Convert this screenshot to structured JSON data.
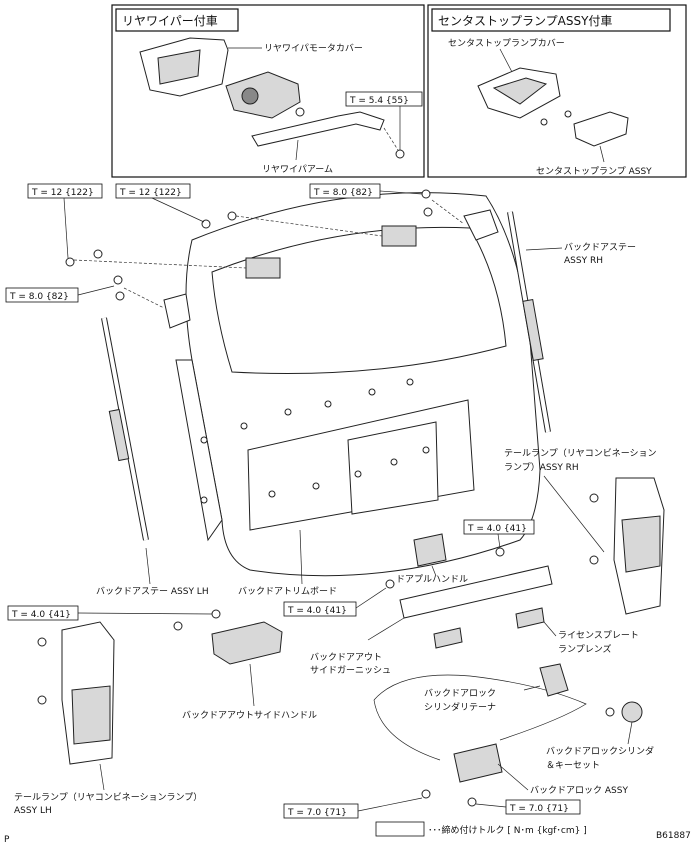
{
  "inset_wiper": {
    "title": "リヤワイパー付車",
    "motor_cover": "リヤワイパモータカバー",
    "arm": "リヤワイパアーム",
    "torque": "T = 5.4 {55}"
  },
  "inset_stoplamp": {
    "title": "センタストップランプASSY付車",
    "cover": "センタストップランプカバー",
    "lamp": "センタストップランプ ASSY"
  },
  "torques": {
    "hinge_left": "T = 12 {122}",
    "hinge_center": "T = 12 {122}",
    "stay_bracket_left": "T = 8.0 {82}",
    "stay_bracket_right": "T = 8.0 {82}",
    "garnish_right": "T = 4.0 {41}",
    "garnish_center": "T = 4.0 {41}",
    "outside_handle": "T = 4.0 {41}",
    "lock_left": "T = 7.0 {71}",
    "lock_right": "T = 7.0 {71}"
  },
  "labels": {
    "stay_rh_1": "バックドアステー",
    "stay_rh_2": "ASSY RH",
    "stay_lh": "バックドアステー ASSY LH",
    "trim_board": "バックドアトリムボード",
    "pull_handle": "ドアプルハンドル",
    "tail_rh_1": "テールランプ（リヤコンビネーション",
    "tail_rh_2": "ランプ）ASSY RH",
    "license_1": "ライセンスプレート",
    "license_2": "ランプレンズ",
    "garnish_1": "バックドアアウト",
    "garnish_2": "サイドガーニッシュ",
    "retainer_1": "バックドアロック",
    "retainer_2": "シリンダリテーナ",
    "cylinder_1": "バックドアロックシリンダ",
    "cylinder_2": "＆キーセット",
    "lock_assy": "バックドアロック ASSY",
    "outside_handle": "バックドアアウトサイドハンドル",
    "tail_lh_1": "テールランプ（リヤコンビネーションランプ）",
    "tail_lh_2": "ASSY LH"
  },
  "legend": {
    "text": "･･･締め付けトルク [ N･m {kgf･cm} ]"
  },
  "footer": {
    "code": "B61887",
    "corner": "P"
  }
}
